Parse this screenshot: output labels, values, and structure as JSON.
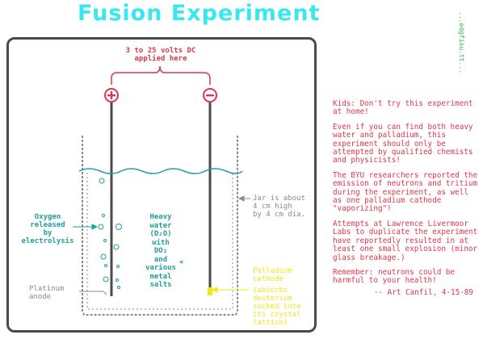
{
  "title": "Fusion Experiment",
  "vertical_tag": "...edgfisu.tt...",
  "diagram": {
    "voltage_label": "3 to 25 volts DC\napplied here",
    "plus_symbol": "+",
    "minus_symbol": "−",
    "jar_label": "Jar is about\n4 cm high\nby 4 cm dia.",
    "oxygen_label": "Oxygen\nreleased\nby\nelectrolysis",
    "heavy_water_label": "Heavy\nwater\n(D₂O)\nwith\nDO₂\nand\nvarious\nmetal\nsalts",
    "asterisk": "*",
    "platinum_label": "Platinum\nanode",
    "palladium_label": "Palladium\ncathode",
    "absorbs_label": "(absorbs\ndeuterium\nsucked into\nits crystal\nlattice)"
  },
  "notes": [
    "Kids: Don't try this experiment at home!",
    "Even if you can find both heavy water and palladium, this experiment should only be attempted by qualified chemists and physicists!",
    "The BYU researchers reported the emission of neutrons and tritium during the experiment, as well as one palladium cathode \"vaporizing\"!",
    "Attempts at Lawrence Livermoor Labs to duplicate the experiment have reportedly resulted in at least one small explosion (minor glass breakage.)",
    "Remember: neutrons could be harmful to your health!"
  ],
  "signature": "-- Art Canfil, 4-15-89",
  "colors": {
    "title": "#38e8ef",
    "red": "#e0364d",
    "teal": "#1e9f9a",
    "yellow": "#f2e619",
    "gray": "#8a8a8a",
    "dark": "#4a4a4a"
  }
}
